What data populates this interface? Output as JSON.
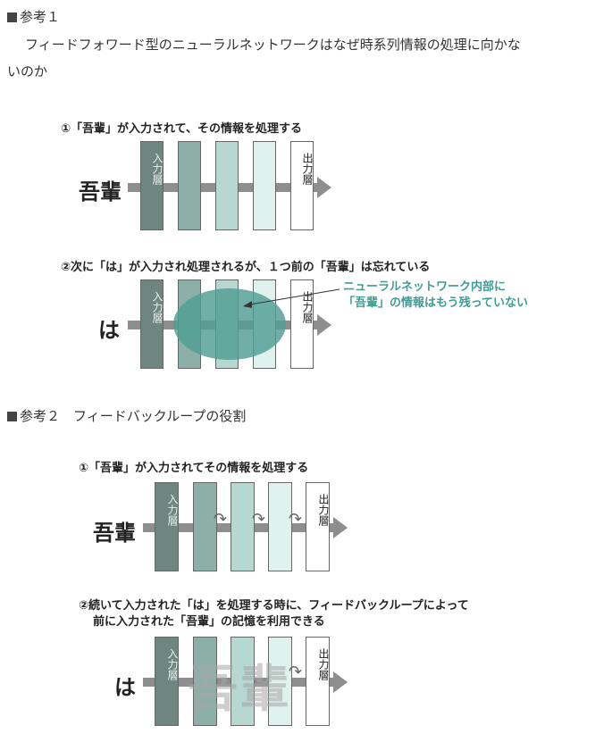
{
  "ref1": {
    "title": "参考１",
    "intro_line1": "フィードフォワード型のニューラルネットワークはなぜ時系列情報の処理に向かな",
    "intro_line2": "いのか",
    "step1": "①「吾輩」が入力されて、その情報を処理する",
    "step1_word": "吾輩",
    "step2": "②次に「は」が入力され処理されるが、１つ前の「吾輩」は忘れている",
    "step2_word": "は",
    "note_line1": "ニューラルネットワーク内部に",
    "note_line2": "「吾輩」の情報はもう残っていない"
  },
  "ref2": {
    "title": "参考２　フィードバックループの役割",
    "step1": "①「吾輩」が入力されてその情報を処理する",
    "step1_word": "吾輩",
    "step2_line1": "②続いて入力された「は」を処理する時に、フィードバックループによって",
    "step2_line2": "前に入力された「吾輩」の記憶を利用できる",
    "step2_word": "は",
    "ghost_word": "吾輩"
  },
  "layers": {
    "input_label": "入力層",
    "output_label": "出力層"
  },
  "colors": {
    "layer1": "#6e8580",
    "layer2": "#8cafa8",
    "layer3": "#b7d8d1",
    "layer4": "#dff2ee",
    "layer5": "#ffffff",
    "accent": "#3f9c92",
    "arrow": "#8e8e8e"
  },
  "icons": [
    "feedback-loop-icon",
    "arrow-right-icon"
  ]
}
